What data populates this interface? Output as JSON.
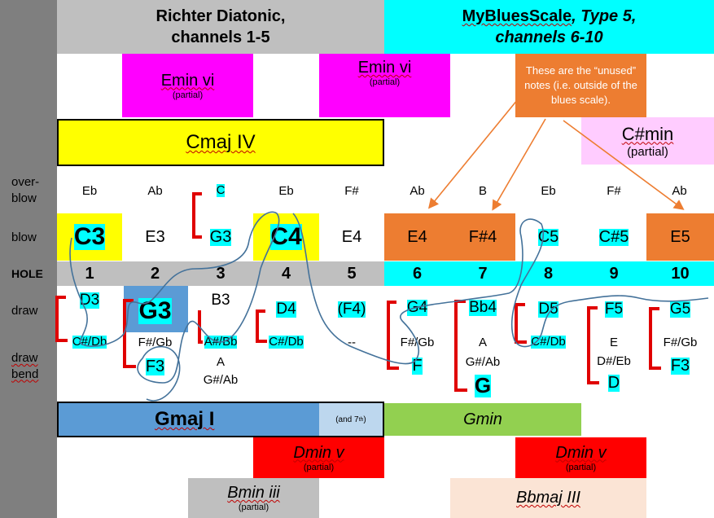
{
  "header": {
    "left": {
      "line1": "Richter Diatonic,",
      "line2": "channels 1-5"
    },
    "right": {
      "line1_a": "MyBluesScale",
      "line1_b": ", Type 5,",
      "line2": "channels 6-10"
    }
  },
  "chords": {
    "emin_vi_left": {
      "label": "Emin vi",
      "note": "(partial)"
    },
    "emin_vi_right": {
      "label": "Emin vi",
      "note": "(partial)"
    },
    "unused_note": "These are the “unused” notes (i.e. outside of the blues scale).",
    "cmaj_iv": "Cmaj IV",
    "csharp_min": {
      "label": "C#min",
      "note": "(partial)"
    },
    "gmaj_i": "Gmaj I",
    "gmaj_seventh": "(and 7",
    "gmaj_seventh_sup": "th",
    "gmaj_seventh_end": ")",
    "gmin": "Gmin",
    "dmin_v_left": {
      "label": "Dmin v",
      "note": "(partial)"
    },
    "dmin_v_right": {
      "label": "Dmin v",
      "note": "(partial)"
    },
    "bmin_iii": {
      "label": "Bmin iii",
      "note": "(partial)"
    },
    "bbmaj_iii": "Bbmaj III"
  },
  "row_labels": {
    "overblow_1": "over-",
    "overblow_2": "blow",
    "blow": "blow",
    "hole": "HOLE",
    "draw": "draw",
    "draw_bend_1": "draw",
    "draw_bend_2": "bend"
  },
  "overblow": [
    "Eb",
    "Ab",
    "C",
    "Eb",
    "F#",
    "Ab",
    "B",
    "Eb",
    "F#",
    "Ab"
  ],
  "blow": [
    "C3",
    "E3",
    "G3",
    "C4",
    "E4",
    "E4",
    "F#4",
    "C5",
    "C#5",
    "E5"
  ],
  "holes": [
    "1",
    "2",
    "3",
    "4",
    "5",
    "6",
    "7",
    "8",
    "9",
    "10"
  ],
  "draw": [
    "D3",
    "G3",
    "B3",
    "D4",
    "(F4)",
    "G4",
    "Bb4",
    "D5",
    "F5",
    "G5"
  ],
  "bends": {
    "h1": [
      "C#/Db"
    ],
    "h2": [
      "F#/Gb",
      "F3"
    ],
    "h3": [
      "A#/Bb",
      "A",
      "G#/Ab"
    ],
    "h4": [
      "C#/Db"
    ],
    "h5": [
      "--"
    ],
    "h6": [
      "F#/Gb",
      "F"
    ],
    "h7": [
      "A",
      "G#/Ab",
      "G"
    ],
    "h8": [
      "C#/Db"
    ],
    "h9": [
      "E",
      "D#/Eb",
      "D"
    ],
    "h10": [
      "F#/Gb",
      "F3"
    ]
  },
  "colors": {
    "gray_sidebar": "#7f7f7f",
    "light_gray": "#bfbfbf",
    "cyan": "#00ffff",
    "magenta": "#ff00ff",
    "orange": "#ed7d31",
    "yellow": "#ffff00",
    "pink": "#ffccff",
    "blue": "#5b9bd5",
    "light_blue": "#bdd7ee",
    "green": "#92d050",
    "red": "#ff0000",
    "peach": "#fbe4d5",
    "bracket_red": "#e00000",
    "curve_blue": "#44729a"
  }
}
